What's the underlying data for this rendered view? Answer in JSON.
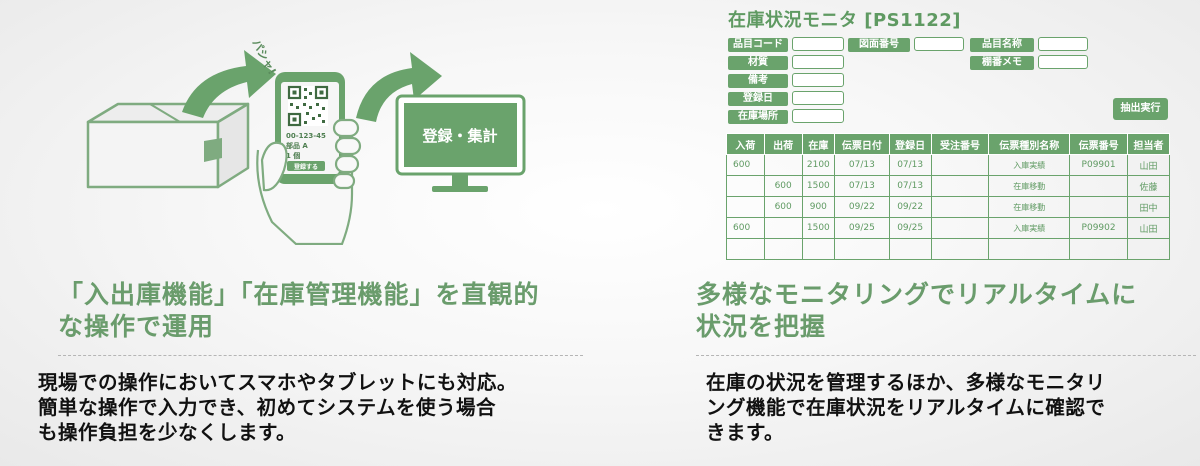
{
  "left": {
    "illustration": {
      "sticker_text": "パシャ!",
      "phone_lines": [
        "00-123-45",
        "部品 A",
        "1 個"
      ],
      "phone_button": "登録する",
      "monitor_label": "登録・集計",
      "icons": [
        "box-icon",
        "arrow-icon",
        "hand-phone-icon",
        "qr-code-icon",
        "monitor-icon"
      ]
    },
    "heading": [
      "「入出庫機能」「在庫管理機能」を直観的",
      "な操作で運用"
    ],
    "body": [
      "現場での操作においてスマホやタブレットにも対応。",
      "簡単な操作で入力でき、初めてシステムを使う場合",
      "も操作負担を少なくします。"
    ]
  },
  "right": {
    "monitor": {
      "title": "在庫状況モニタ [PS1122]",
      "fields": {
        "item_code": "品目コード",
        "drawing_no": "図面番号",
        "item_name": "品目名称",
        "material": "材質",
        "shelf_memo": "棚番メモ",
        "remarks": "備考",
        "reg_date": "登録日",
        "location": "在庫場所"
      },
      "exec_button": "抽出実行",
      "table": {
        "headers": [
          "入荷",
          "出荷",
          "在庫",
          "伝票日付",
          "登録日",
          "受注番号",
          "伝票種別名称",
          "伝票番号",
          "担当者"
        ],
        "rows": [
          [
            "600",
            "",
            "2100",
            "07/13",
            "07/13",
            "",
            "入庫実績",
            "P09901",
            "山田"
          ],
          [
            "",
            "600",
            "1500",
            "07/13",
            "07/13",
            "",
            "在庫移動",
            "",
            "佐藤"
          ],
          [
            "",
            "600",
            "900",
            "09/22",
            "09/22",
            "",
            "在庫移動",
            "",
            "田中"
          ],
          [
            "600",
            "",
            "1500",
            "09/25",
            "09/25",
            "",
            "入庫実績",
            "P09902",
            "山田"
          ],
          [
            "",
            "",
            "",
            "",
            "",
            "",
            "",
            "",
            ""
          ]
        ]
      }
    },
    "heading": [
      "多様なモニタリングでリアルタイムに",
      "状況を把握"
    ],
    "body": [
      "在庫の状況を管理するほか、多様なモニタリ",
      "ング機能で在庫状況をリアルタイムに確認で",
      "きます。"
    ]
  },
  "colors": {
    "accent": "#6aa36c",
    "heading": "#6a9c6c",
    "text": "#111111",
    "divider": "#b5b5b5"
  }
}
